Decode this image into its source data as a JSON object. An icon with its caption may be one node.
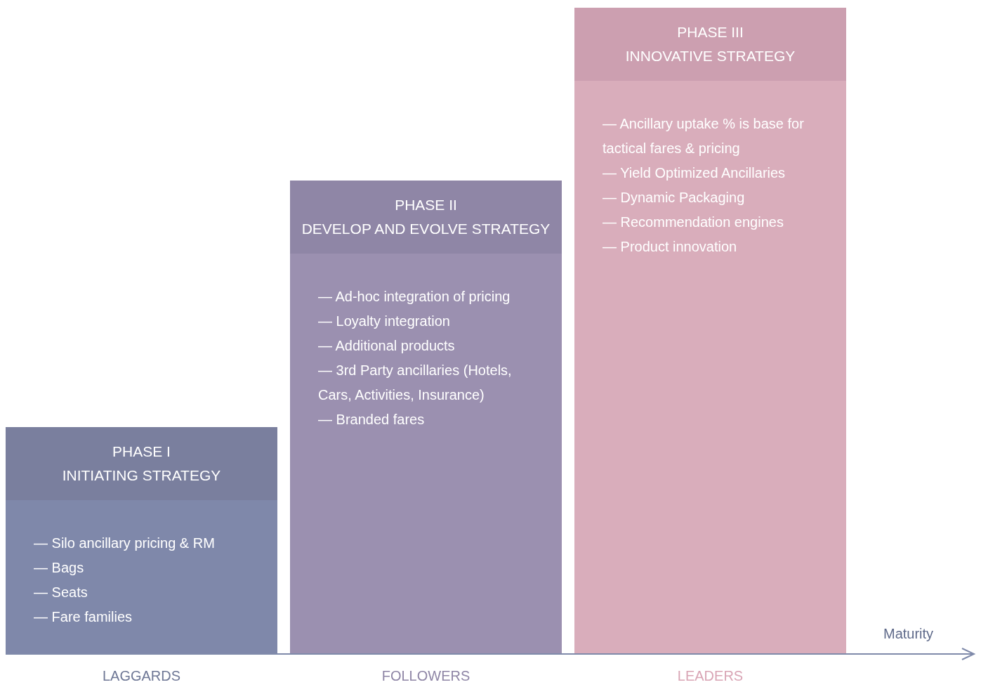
{
  "diagram": {
    "nodes": [
      {
        "text": [
          "PHASE I",
          "INITIATING STRATEGY",
          "— Silo ancillary pricing & RM",
          "— Bags",
          "— Seats",
          "— Fare families"
        ],
        "beside": [
          "LAGGARDS"
        ]
      },
      {
        "text": [
          "PHASE II",
          "DEVELOP AND EVOLVE STRATEGY",
          "— Ad-hoc integration of pricing",
          "— Loyalty integration",
          "— Additional products",
          "— 3rd Party ancillaries (Hotels, Cars, Activities, Insurance)",
          "— Branded fares"
        ],
        "beside": [
          "FOLLOWERS"
        ]
      },
      {
        "text": [
          "PHASE III",
          "INNOVATIVE STRATEGY",
          "— Ancillary uptake % is base for tactical fares & pricing",
          "— Yield Optimized Ancillaries",
          "— Dynamic Packaging",
          "— Recommendation engines",
          "— Product innovation"
        ],
        "beside": [
          "LEADERS"
        ]
      }
    ],
    "labels": [
      "Maturity"
    ]
  }
}
